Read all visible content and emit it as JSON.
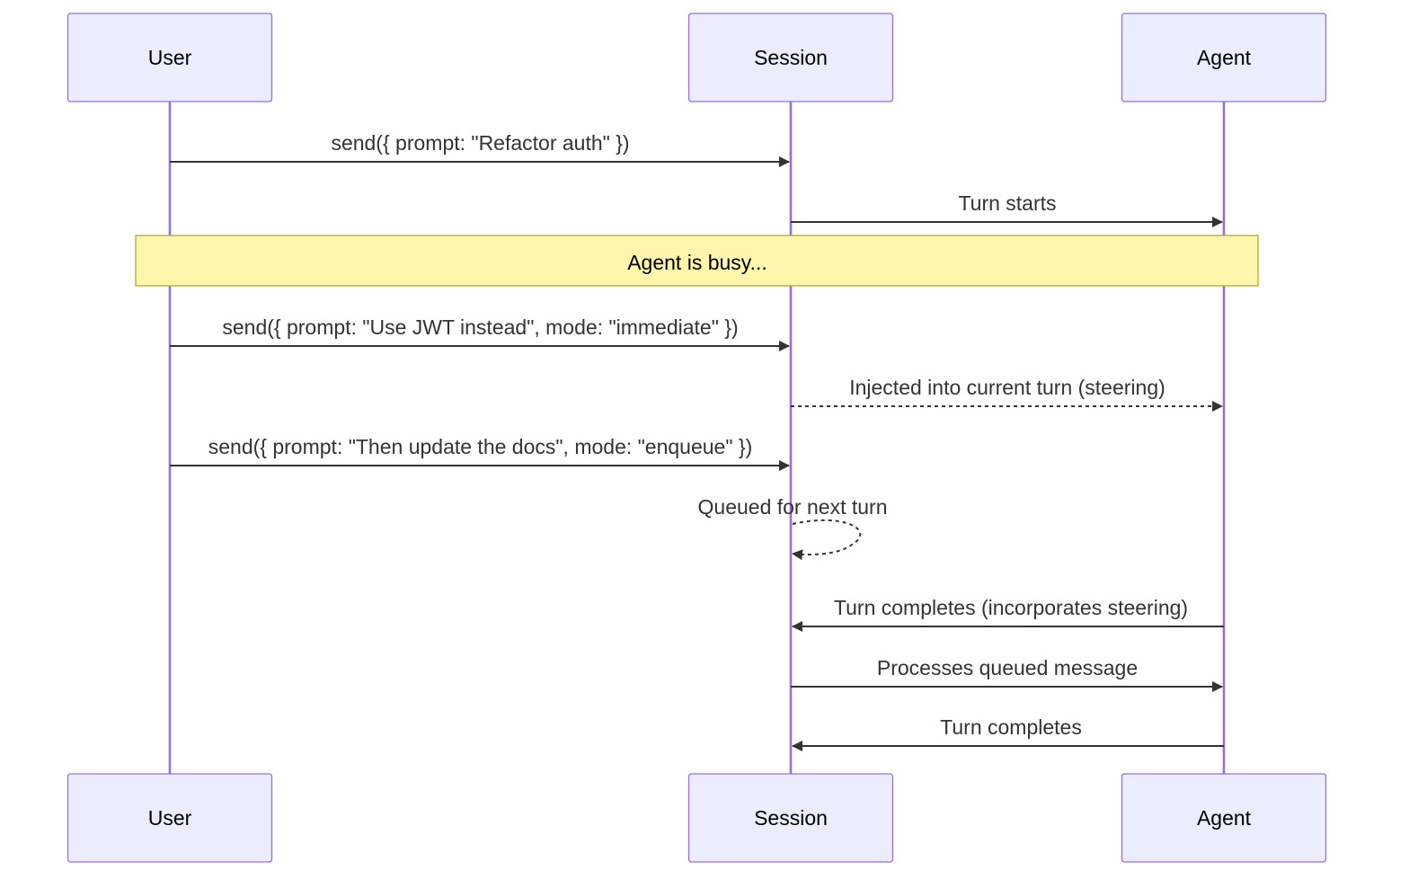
{
  "diagram": {
    "type": "sequence",
    "participants": [
      {
        "id": "user",
        "label": "User"
      },
      {
        "id": "session",
        "label": "Session"
      },
      {
        "id": "agent",
        "label": "Agent"
      }
    ],
    "note": {
      "text": "Agent is busy...",
      "over": [
        "user",
        "agent"
      ]
    },
    "messages": [
      {
        "from": "user",
        "to": "session",
        "text": "send({ prompt: \"Refactor auth\" })",
        "style": "solid"
      },
      {
        "from": "session",
        "to": "agent",
        "text": "Turn starts",
        "style": "solid"
      },
      {
        "from": "user",
        "to": "session",
        "text": "send({ prompt: \"Use JWT instead\", mode: \"immediate\" })",
        "style": "solid"
      },
      {
        "from": "session",
        "to": "agent",
        "text": "Injected into current turn (steering)",
        "style": "dotted"
      },
      {
        "from": "user",
        "to": "session",
        "text": "send({ prompt: \"Then update the docs\", mode: \"enqueue\" })",
        "style": "solid"
      },
      {
        "from": "session",
        "to": "session",
        "text": "Queued for next turn",
        "style": "dotted"
      },
      {
        "from": "agent",
        "to": "session",
        "text": "Turn completes (incorporates steering)",
        "style": "solid"
      },
      {
        "from": "session",
        "to": "agent",
        "text": "Processes queued message",
        "style": "solid"
      },
      {
        "from": "agent",
        "to": "session",
        "text": "Turn completes",
        "style": "solid"
      }
    ],
    "colors": {
      "actor_fill": "#ececff",
      "actor_stroke": "#9370db",
      "lifeline": "#9370db",
      "note_fill": "#fff5ad",
      "note_stroke": "#aaaa33",
      "message": "#333333"
    }
  }
}
